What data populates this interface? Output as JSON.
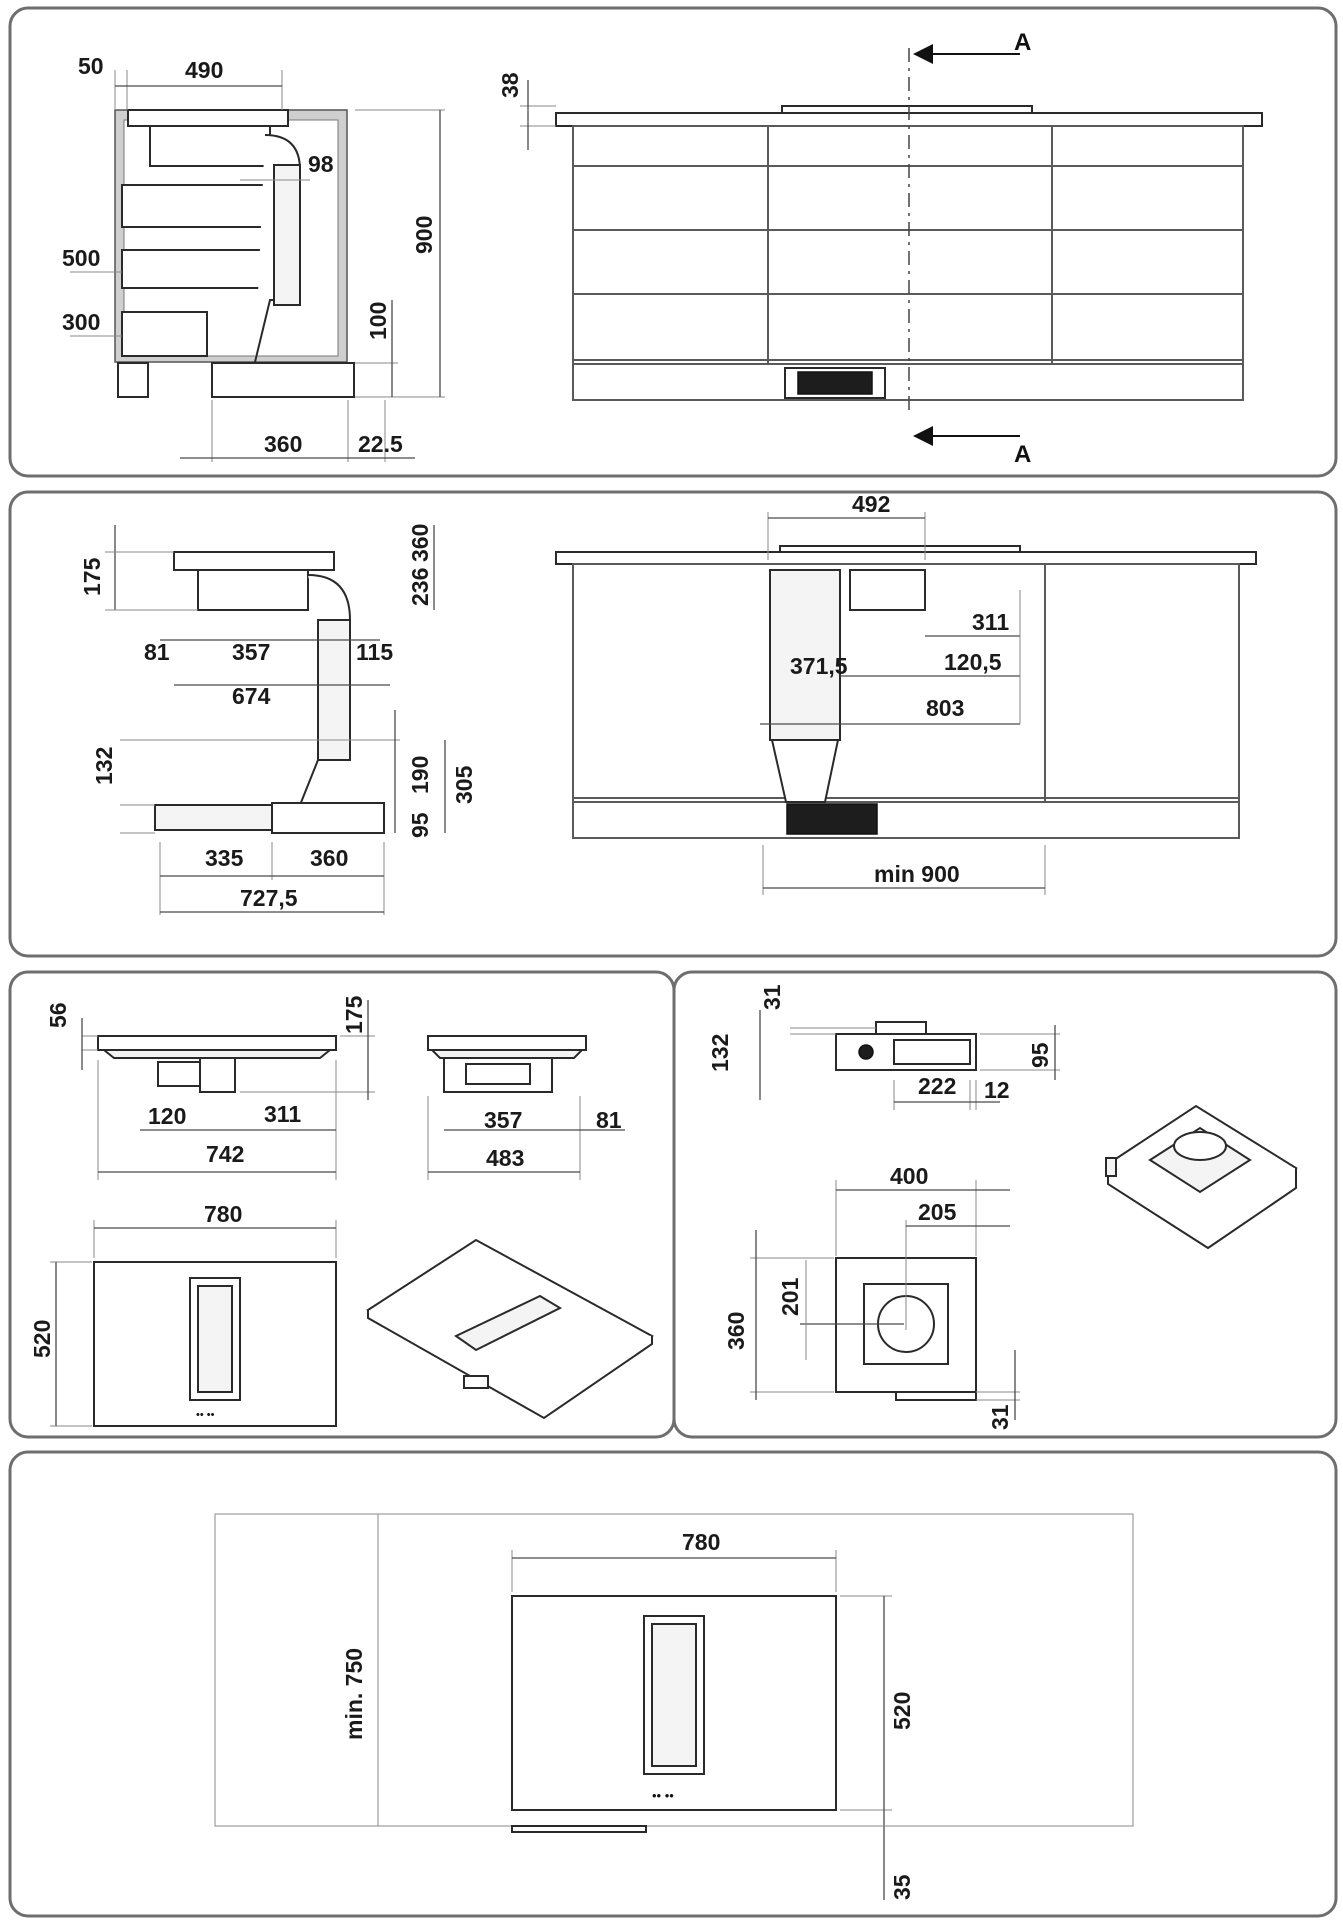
{
  "section_marker": "A",
  "panel1": {
    "labels": [
      "50",
      "490",
      "98",
      "500",
      "300",
      "900",
      "100",
      "38",
      "360",
      "22.5"
    ]
  },
  "panel2": {
    "labels": [
      "175",
      "236",
      "360",
      "81",
      "357",
      "115",
      "674",
      "132",
      "190",
      "305",
      "95",
      "335",
      "360",
      "727,5",
      "492",
      "311",
      "371,5",
      "120,5",
      "803",
      "min 900"
    ]
  },
  "panel3": {
    "labels": [
      "56",
      "175",
      "120",
      "311",
      "742",
      "357",
      "81",
      "483",
      "780",
      "520"
    ]
  },
  "panel4": {
    "labels": [
      "31",
      "132",
      "95",
      "222",
      "12",
      "400",
      "205",
      "360",
      "201",
      "31"
    ]
  },
  "panel5": {
    "labels": [
      "780",
      "min. 750",
      "520",
      "35"
    ]
  }
}
